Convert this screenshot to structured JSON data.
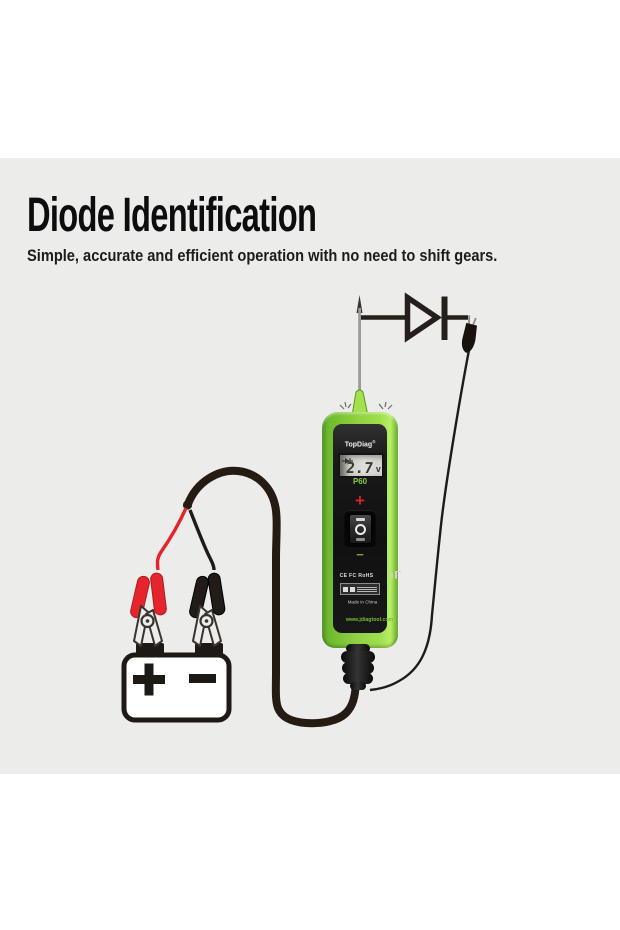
{
  "page": {
    "background": "#ffffff",
    "panel_background": "#ececeb"
  },
  "header": {
    "title": "Diode Identification",
    "subtitle": "Simple, accurate and efficient operation with no need to shift gears."
  },
  "device": {
    "brand": "TopDiag",
    "brand_reg": "®",
    "display": {
      "value": "2.7",
      "unit": "v",
      "mode_icon": "diode-symbol"
    },
    "model": "P60",
    "plus_label": "+",
    "minus_label": "−",
    "cert_text": "CE FC RoHS",
    "made_in": "Made in China",
    "website": "www.jdiagtool.com",
    "accent_green": "#8ed141",
    "plus_color": "#d6232b"
  },
  "diagram": {
    "battery_positive_symbol": "+",
    "battery_negative_symbol": "−",
    "red_clip_color": "#e5242b",
    "black_clip_color": "#211c18",
    "wire_color": "#241b13"
  }
}
